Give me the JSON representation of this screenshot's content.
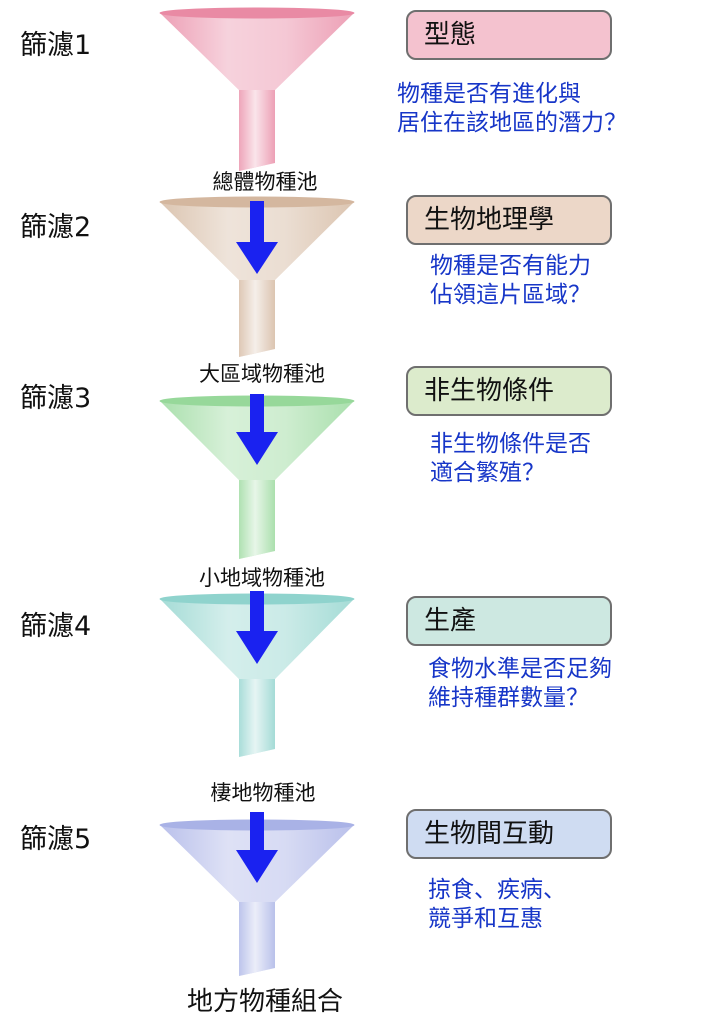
{
  "filters": [
    {
      "label": "篩濾1",
      "category": "型態",
      "category_color": "#f4c2cf",
      "funnel_color": "#e98aa4",
      "question_lines": [
        "物種是否有進化與",
        "居住在該地區的潛力？"
      ],
      "pool_above": ""
    },
    {
      "label": "篩濾2",
      "category": "生物地理學",
      "category_color": "#ecd7c8",
      "funnel_color": "#d4b79f",
      "question_lines": [
        "物種是否有能力",
        "佔領這片區域？"
      ],
      "pool_above": "總體物種池"
    },
    {
      "label": "篩濾3",
      "category": "非生物條件",
      "category_color": "#dcebcc",
      "funnel_color": "#97d89a",
      "question_lines": [
        "非生物條件是否",
        "適合繁殖？"
      ],
      "pool_above": "大區域物種池"
    },
    {
      "label": "篩濾4",
      "category": "生產",
      "category_color": "#cde8e1",
      "funnel_color": "#8fd3cd",
      "question_lines": [
        "食物水準是否足夠",
        "維持種群數量？"
      ],
      "pool_above": "小地域物種池"
    },
    {
      "label": "篩濾5",
      "category": "生物間互動",
      "category_color": "#cfdcf2",
      "funnel_color": "#a9b2e6",
      "question_lines": [
        "掠食、疾病、",
        "競爭和互惠"
      ],
      "pool_above": "棲地物種池"
    }
  ],
  "final_output": "地方物種組合",
  "arrow_color": "#1a22f0"
}
